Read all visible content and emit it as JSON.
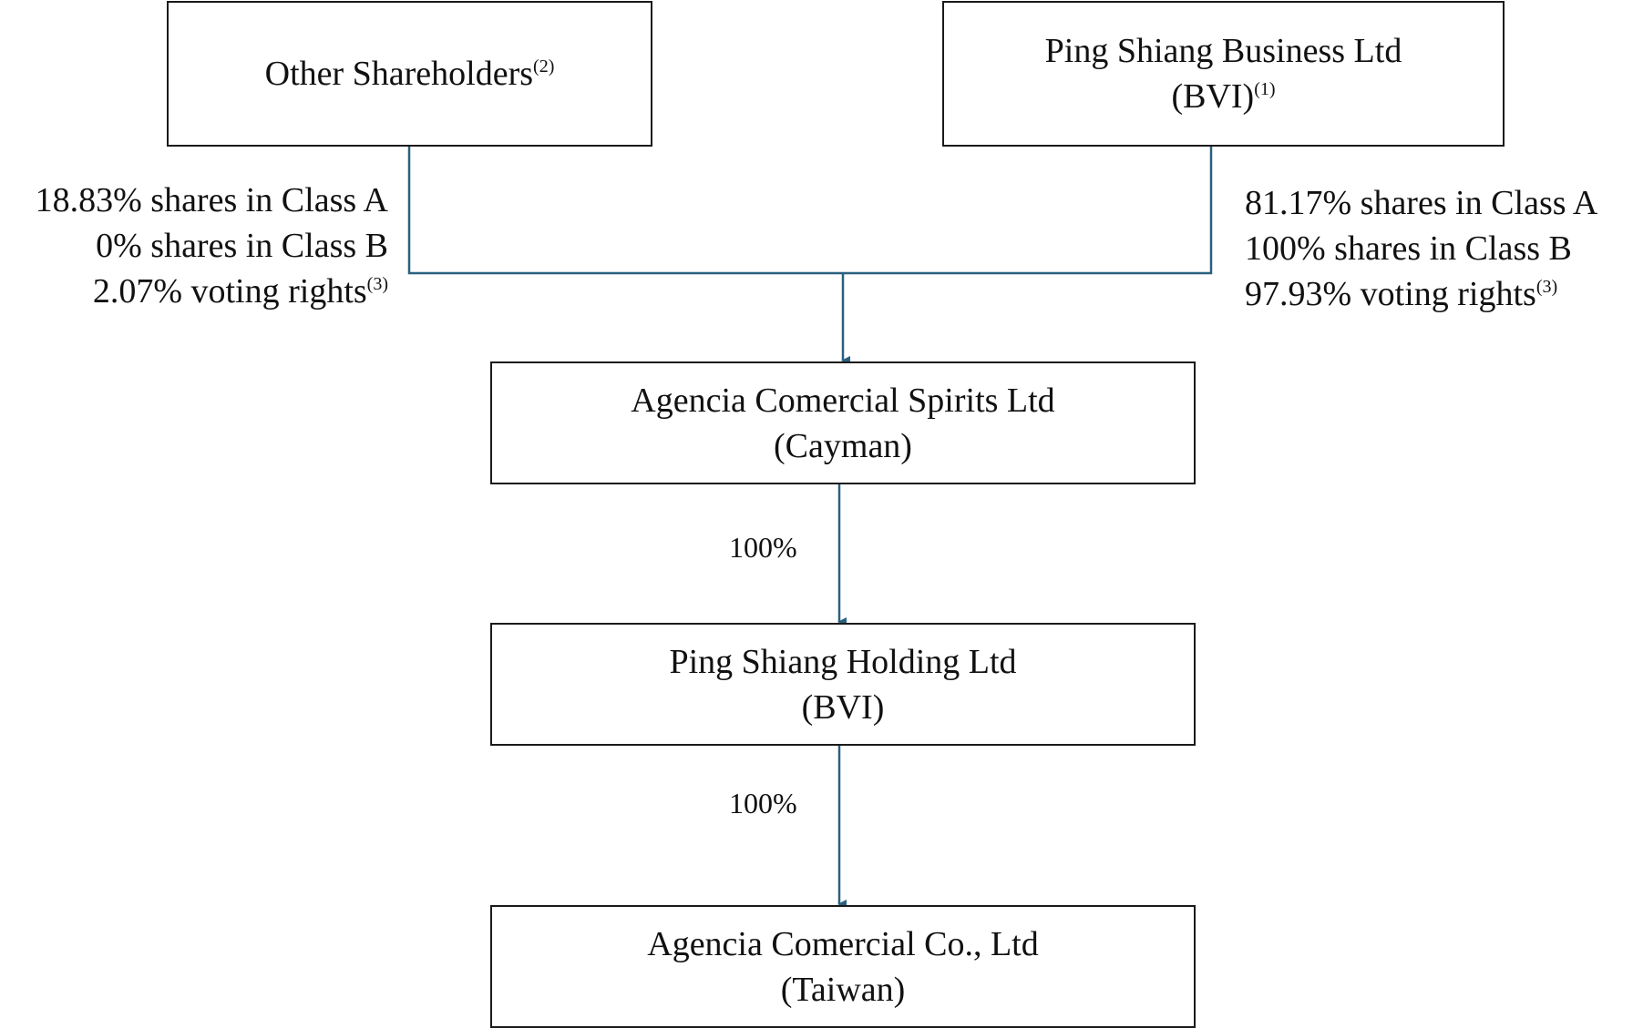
{
  "colors": {
    "connector": "#2a6080",
    "box_border": "#1a1a1a",
    "text": "#111111"
  },
  "entities": {
    "other_shareholders": {
      "name": "Other Shareholders",
      "note": "(2)"
    },
    "ping_shiang_business": {
      "name": "Ping Shiang Business Ltd",
      "jurisdiction": "(BVI)",
      "note": "(1)"
    },
    "agencia_spirits": {
      "name": "Agencia Comercial Spirits Ltd",
      "jurisdiction": "(Cayman)"
    },
    "ping_shiang_holding": {
      "name": "Ping Shiang Holding Ltd",
      "jurisdiction": "(BVI)"
    },
    "agencia_taiwan": {
      "name": "Agencia Comercial Co., Ltd",
      "jurisdiction": "(Taiwan)"
    }
  },
  "ownership": {
    "other_shareholders": {
      "class_a": "18.83% shares in Class A",
      "class_b": "0% shares in Class B",
      "voting": "2.07% voting rights",
      "voting_note": "(3)"
    },
    "ping_shiang_business": {
      "class_a": "81.17% shares in Class A",
      "class_b": "100% shares in Class B",
      "voting": "97.93% voting rights",
      "voting_note": "(3)"
    },
    "spirits_to_holding": "100%",
    "holding_to_taiwan": "100%"
  }
}
